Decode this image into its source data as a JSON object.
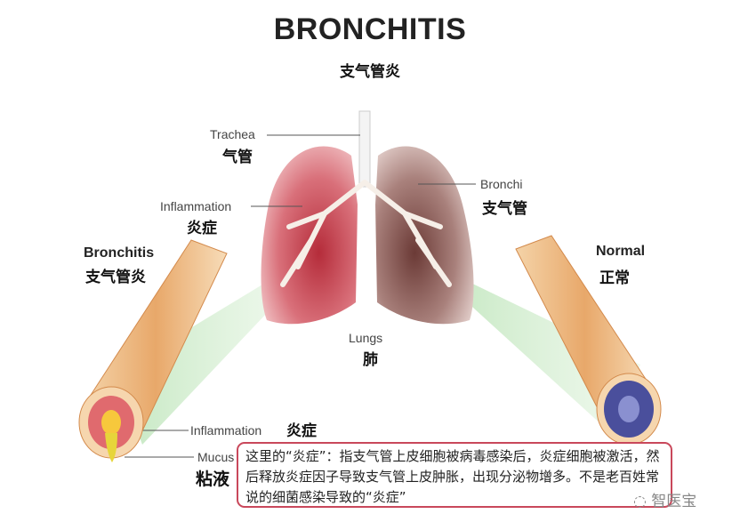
{
  "title": "BRONCHITIS",
  "subtitle": "支气管炎",
  "labels": {
    "trachea_en": "Trachea",
    "trachea_cn": "气管",
    "bronchi_en": "Bronchi",
    "bronchi_cn": "支气管",
    "inflammation_en": "Inflammation",
    "inflammation_cn": "炎症",
    "bronchitis_en": "Bronchitis",
    "bronchitis_cn": "支气管炎",
    "normal_en": "Normal",
    "normal_cn": "正常",
    "lungs_en": "Lungs",
    "lungs_cn": "肺",
    "inflammation2_en": "Inflammation",
    "inflammation2_cn": "炎症",
    "mucus_en": "Mucus",
    "mucus_cn": "粘液"
  },
  "note": "这里的“炎症”：指支气管上皮细胞被病毒感染后，炎症细胞被激活，然后释放炎症因子导致支气管上皮肿胀，出现分泌物增多。不是老百姓常说的细菌感染导致的“炎症”",
  "watermark": "智医宝",
  "colors": {
    "inflamed_lung": "#c9545e",
    "normal_lung": "#8a5a55",
    "note_border": "#c9485b",
    "normal_lumen": "#4a4f9c"
  }
}
